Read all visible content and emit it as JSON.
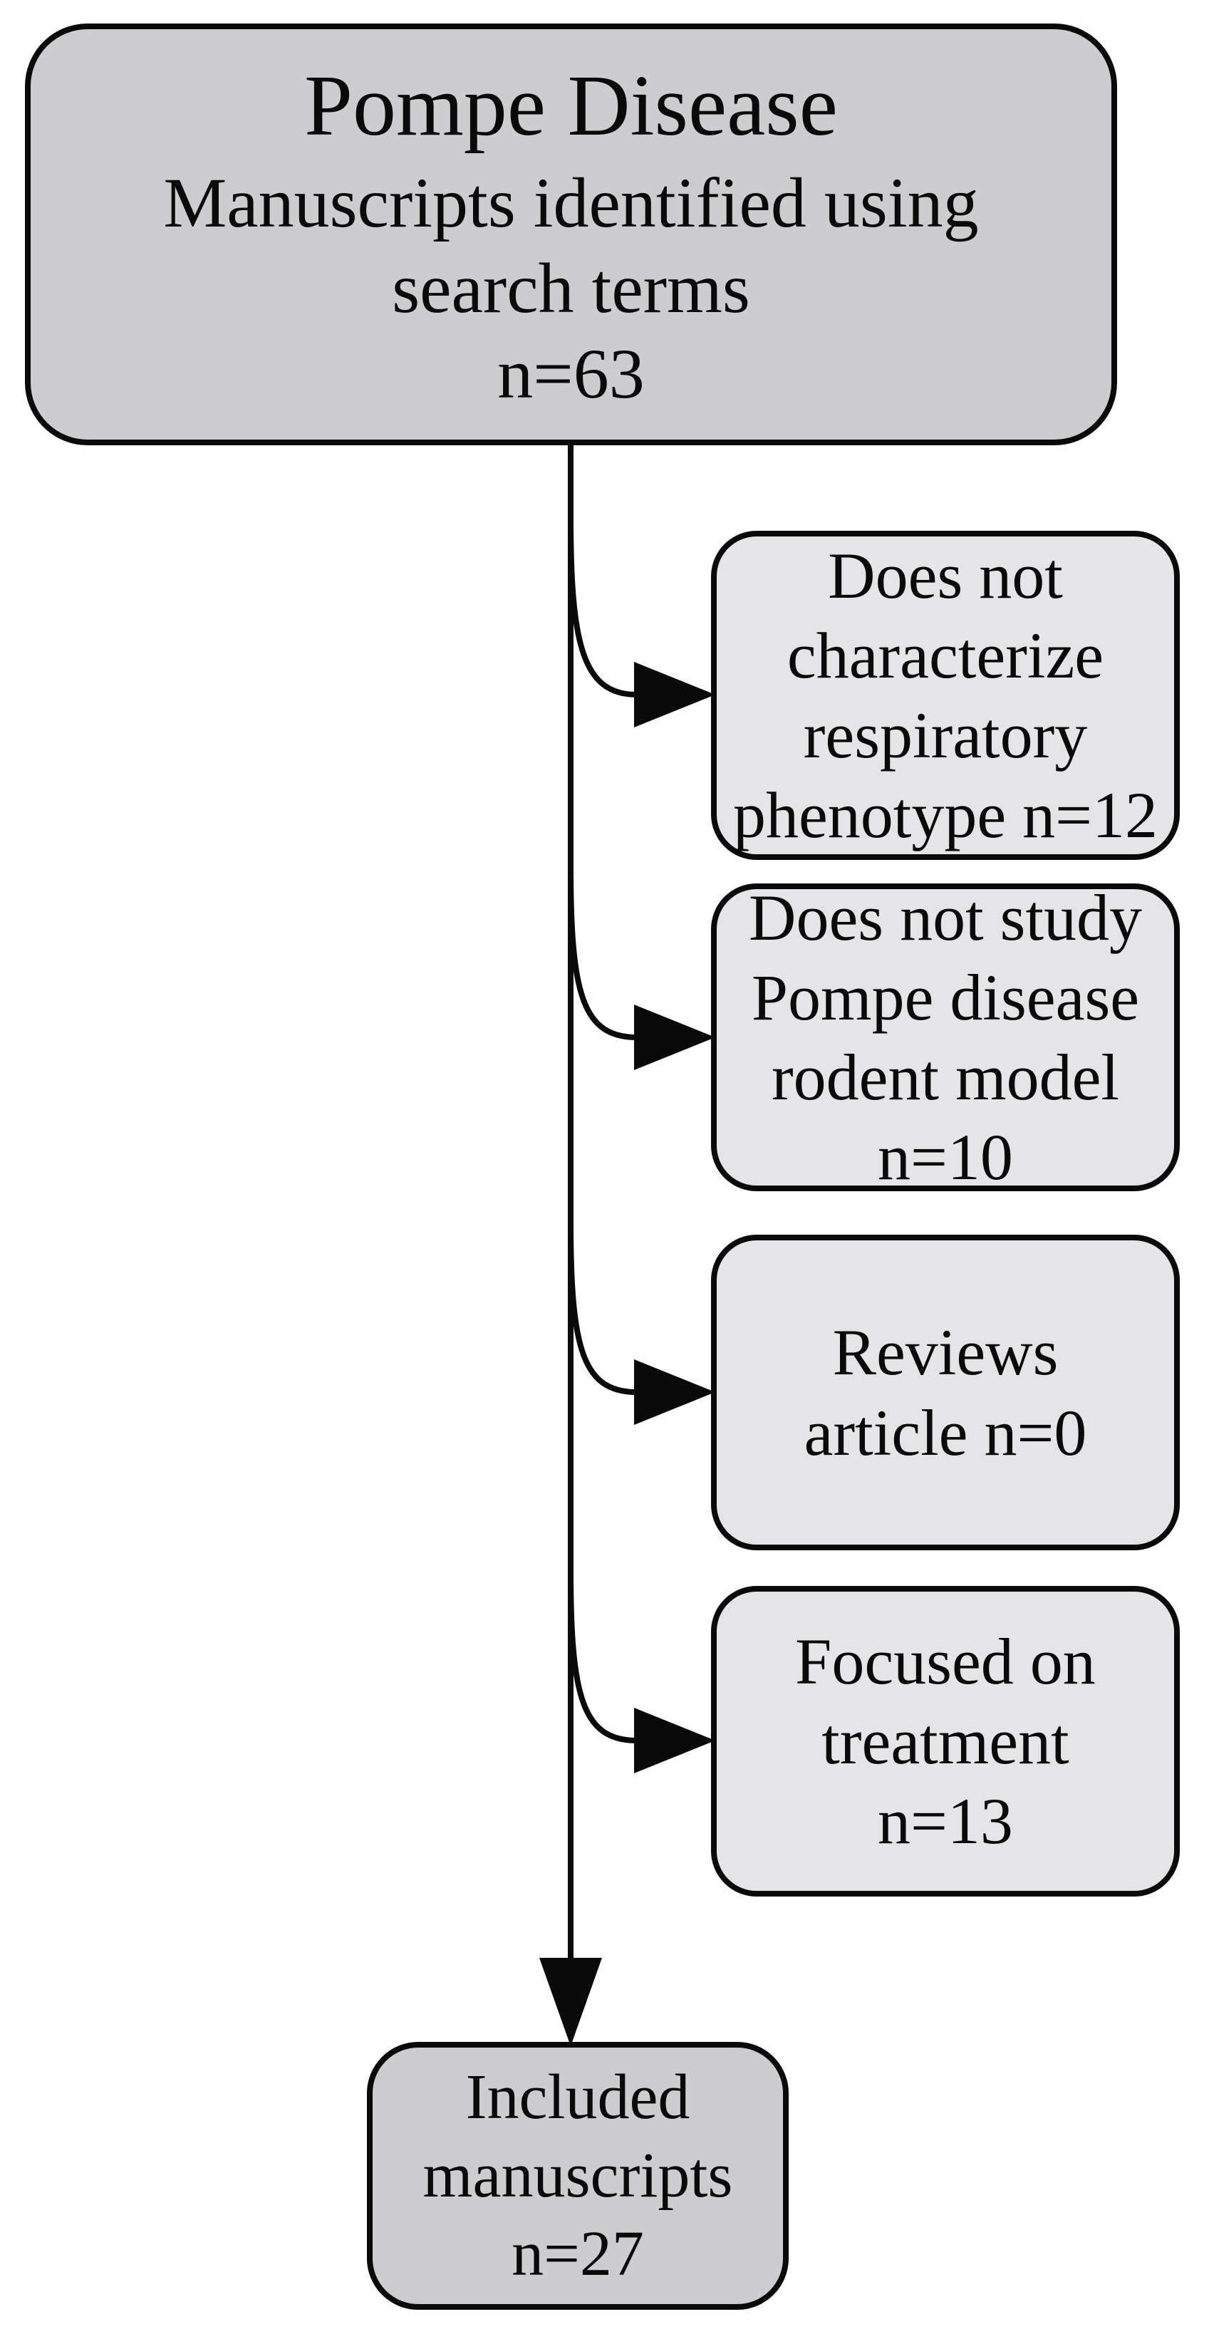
{
  "diagram": {
    "top_box": {
      "title": "Pompe Disease",
      "subtitle_line1": "Manuscripts identified using",
      "subtitle_line2": "search terms",
      "count": "n=63"
    },
    "exclusion_boxes": [
      {
        "lines": [
          "Does not",
          "characterize",
          "respiratory",
          "phenotype n=12"
        ],
        "count": 12
      },
      {
        "lines": [
          "Does not study",
          "Pompe disease",
          "rodent model",
          "n=10"
        ],
        "count": 10
      },
      {
        "lines": [
          "Reviews",
          "article n=0"
        ],
        "count": 0
      },
      {
        "lines": [
          "Focused on",
          "treatment",
          "n=13"
        ],
        "count": 13
      }
    ],
    "included_box": {
      "lines": [
        "Included",
        "manuscripts",
        "n=27"
      ],
      "count": 27
    },
    "colors": {
      "primary_box_fill": "#cdcdd0",
      "exclusion_box_fill": "#e5e5e7",
      "border_and_lines": "#0a0a0a",
      "background": "#ffffff"
    }
  }
}
